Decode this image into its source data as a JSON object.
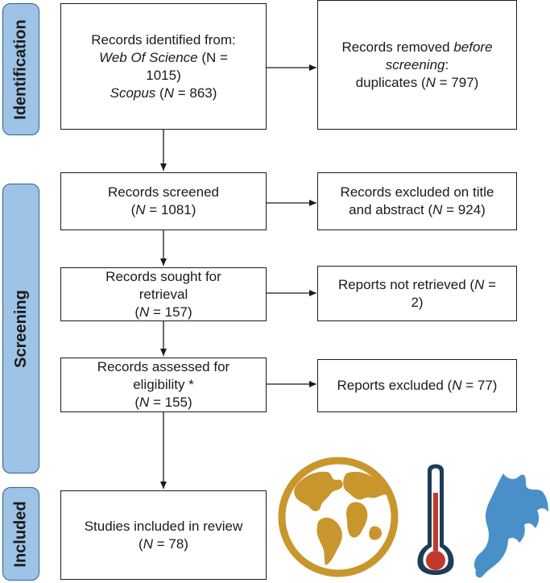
{
  "phases": {
    "identification": "Identification",
    "screening": "Screening",
    "included": "Included"
  },
  "boxes": {
    "identified": {
      "l1": "Records identified from:",
      "wos_name": "Web Of Science",
      "wos_rest": " (N =",
      "wos_count": "1015)",
      "scopus_name": "Scopus",
      "scopus_rest": " (",
      "scopus_n": "N",
      "scopus_count": " = 863)"
    },
    "removed": {
      "l1": "Records removed ",
      "l1_em": "before",
      "l2_em": "screening",
      "l2_rest": ":",
      "l3_a": "duplicates (",
      "l3_n": "N",
      "l3_b": " = 797)"
    },
    "screened": {
      "l1": "Records screened",
      "l2_a": "(",
      "l2_n": "N",
      "l2_b": " = 1081)"
    },
    "excluded_title": {
      "l1": "Records excluded on title",
      "l2_a": "and abstract (",
      "l2_n": "N",
      "l2_b": " = 924)"
    },
    "sought": {
      "l1": "Records sought for",
      "l2": "retrieval",
      "l3_a": "(",
      "l3_n": "N",
      "l3_b": " = 157)"
    },
    "not_retrieved": {
      "l1_a": "Reports not retrieved (",
      "l1_n": "N",
      "l1_b": " =",
      "l2": "2)"
    },
    "assessed": {
      "l1": "Records assessed for",
      "l2": "eligibility *",
      "l3_a": "(",
      "l3_n": "N",
      "l3_b": " = 155)"
    },
    "reports_excluded": {
      "l1_a": "Reports excluded (",
      "l1_n": "N",
      "l1_b": " = 77)"
    },
    "included": {
      "l1": "Studies included in review",
      "l2_a": "(",
      "l2_n": "N",
      "l2_b": " = 78)"
    }
  },
  "icons": [
    "globe-icon",
    "thermometer-icon",
    "bat-icon"
  ],
  "colors": {
    "phase_fill": "#9dc3e6",
    "phase_border": "#2f5f8f",
    "globe": "#c8962c",
    "thermo_outer": "#1f3b57",
    "thermo_red": "#c0392b",
    "bat": "#4a90c8"
  }
}
